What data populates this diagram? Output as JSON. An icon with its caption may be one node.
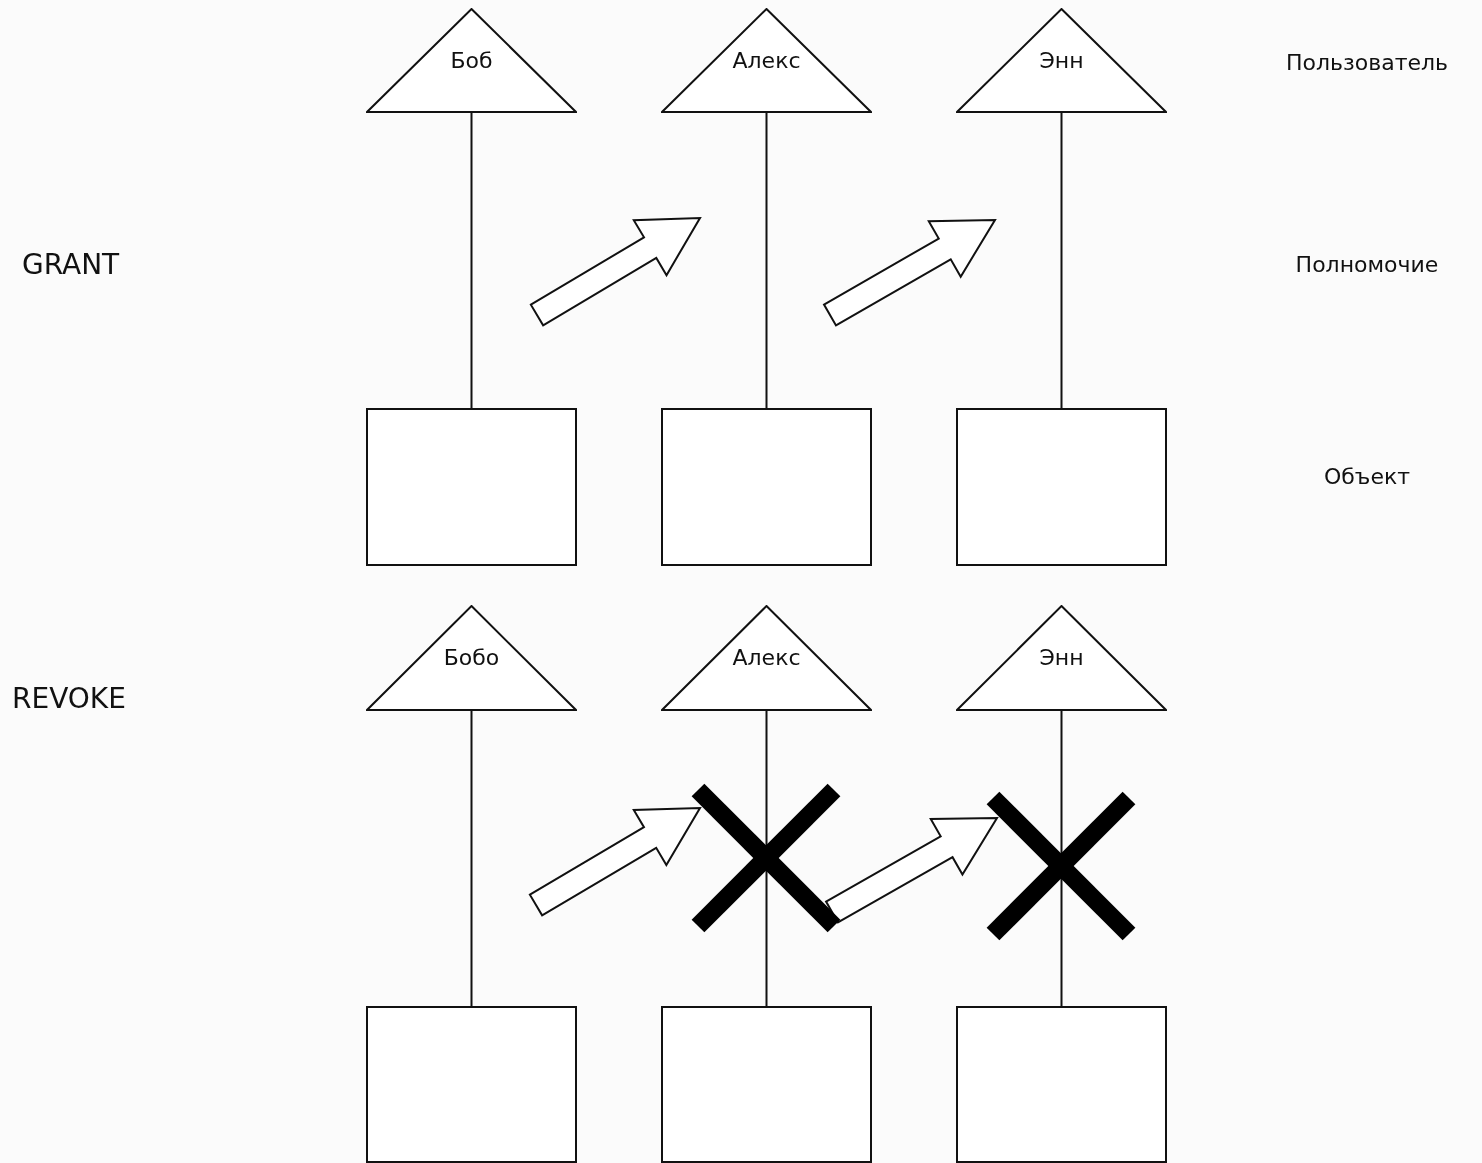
{
  "diagram": {
    "nodes": [
      {
        "text": [
          "Боб"
        ]
      },
      {
        "text": [
          "Алекс"
        ]
      },
      {
        "text": [
          "Энн"
        ]
      },
      {
        "text": [],
        "shape": "box"
      },
      {
        "text": [],
        "shape": "box"
      },
      {
        "text": [],
        "shape": "box"
      },
      {
        "text": [
          "Бобо"
        ]
      },
      {
        "text": [
          "Алекс"
        ]
      },
      {
        "text": [
          "Энн"
        ]
      },
      {
        "text": [],
        "shape": "box"
      },
      {
        "text": [],
        "shape": "box"
      },
      {
        "text": [],
        "shape": "box"
      }
    ],
    "edges": [
      {
        "from": 0,
        "to": 3,
        "arrow": "none"
      },
      {
        "from": 1,
        "to": 4,
        "arrow": "none"
      },
      {
        "from": 2,
        "to": 5,
        "arrow": "none"
      },
      {
        "from": 6,
        "to": 9,
        "arrow": "none"
      },
      {
        "from": 7,
        "to": 10,
        "arrow": "none"
      },
      {
        "from": 8,
        "to": 11,
        "arrow": "none"
      }
    ],
    "labels": [
      "Пользователь",
      "GRANT",
      "Полномочие",
      "Объект",
      "REVOKE"
    ]
  }
}
